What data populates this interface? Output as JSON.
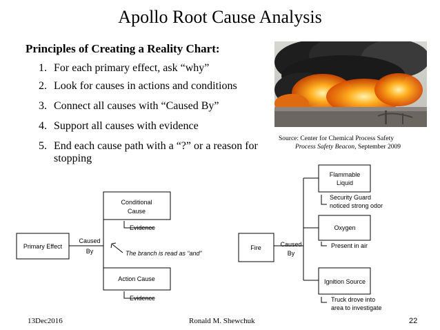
{
  "slide": {
    "title": "Apollo Root Cause Analysis",
    "subtitle": "Principles of Creating a Reality Chart:",
    "principles": [
      {
        "num": "1.",
        "text": "For each primary effect, ask “why”"
      },
      {
        "num": "2.",
        "text": "Look for causes in actions and conditions"
      },
      {
        "num": "3.",
        "text": "Connect all causes with “Caused By”"
      },
      {
        "num": "4.",
        "text": "Support all causes with evidence"
      },
      {
        "num": "5.",
        "text": "End each cause path with a “?” or a reason for",
        "text2": "stopping"
      }
    ],
    "photo": {
      "description_icon": "fire-photo"
    },
    "caption": {
      "line1": "Source:  Center for Chemical Process Safety",
      "line2_italic": "Process Safety Beacon",
      "line2_rest": ", September 2009"
    },
    "left_chart": {
      "primary_effect": "Primary Effect",
      "caused": "Caused",
      "by": "By",
      "conditional_1": "Conditional",
      "conditional_2": "Cause",
      "evidence_top": "Evidence",
      "action_cause": "Action Cause",
      "evidence_bottom": "Evidence",
      "note": "The branch is read as “and”"
    },
    "right_chart": {
      "fire": "Fire",
      "caused": "Caused",
      "by": "By",
      "flammable_1": "Flammable",
      "flammable_2": "Liquid",
      "guard_1": "Security Guard",
      "guard_2": "noticed strong odor",
      "oxygen": "Oxygen",
      "present": "Present in air",
      "ignition": "Ignition Source",
      "truck_1": "Truck drove into",
      "truck_2": "area to investigate"
    },
    "footer": {
      "date": "13Dec2016",
      "author": "Ronald M. Shewchuk",
      "page": "22"
    }
  }
}
